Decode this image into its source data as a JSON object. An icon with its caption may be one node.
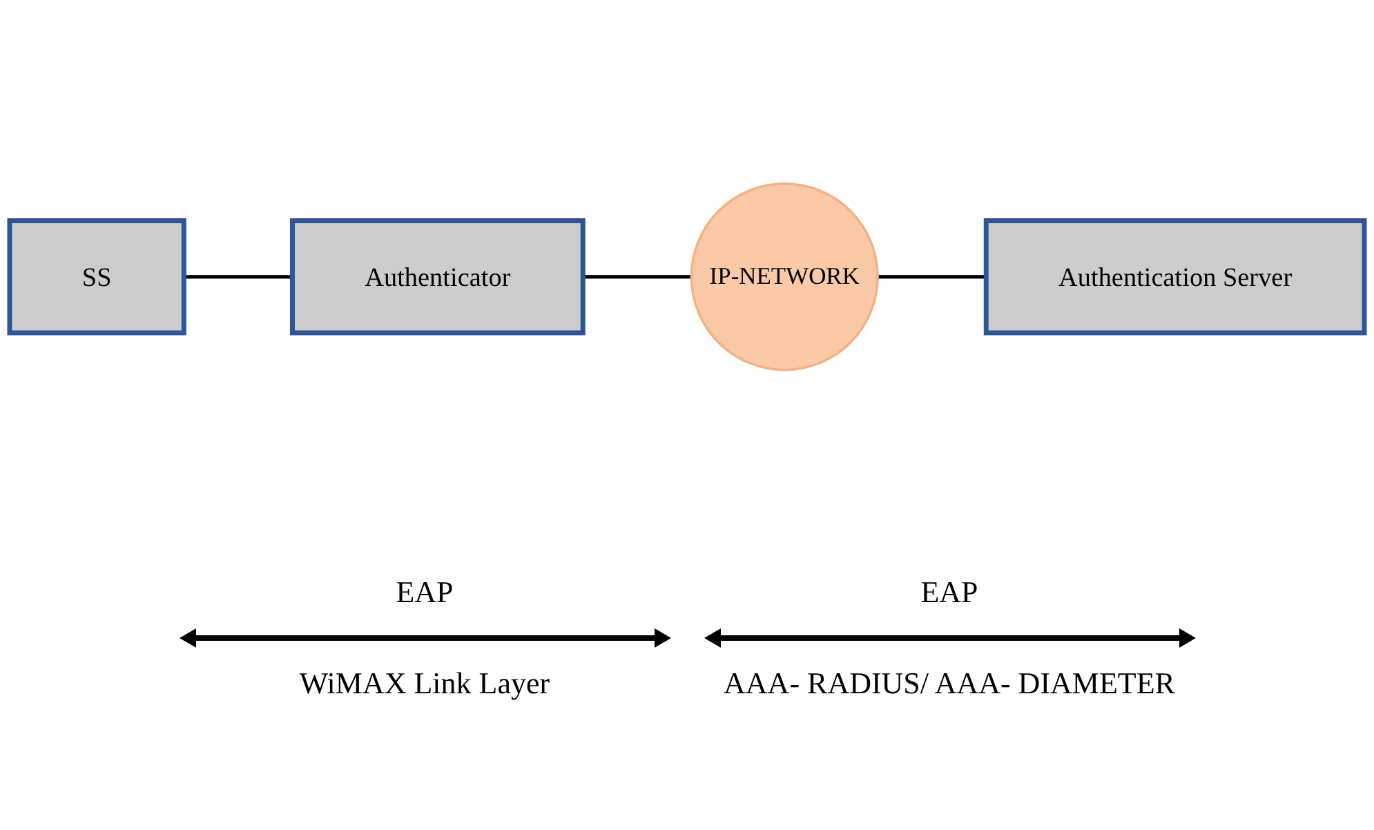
{
  "diagram": {
    "nodes": [
      {
        "text": [
          "SS"
        ]
      },
      {
        "text": [
          "Authenticator"
        ]
      },
      {
        "text": [
          "IP-NETWORK"
        ]
      },
      {
        "text": [
          "Authentication Server"
        ]
      }
    ],
    "edges": [
      {
        "from": 0,
        "to": 1,
        "arrow": "none"
      },
      {
        "from": 1,
        "to": 2,
        "arrow": "none"
      },
      {
        "from": 2,
        "to": 3,
        "arrow": "none"
      }
    ],
    "labels": [
      "EAP",
      "EAP",
      "WiMAX Link Layer",
      "AAA- RADIUS/ AAA- DIAMETER"
    ]
  }
}
